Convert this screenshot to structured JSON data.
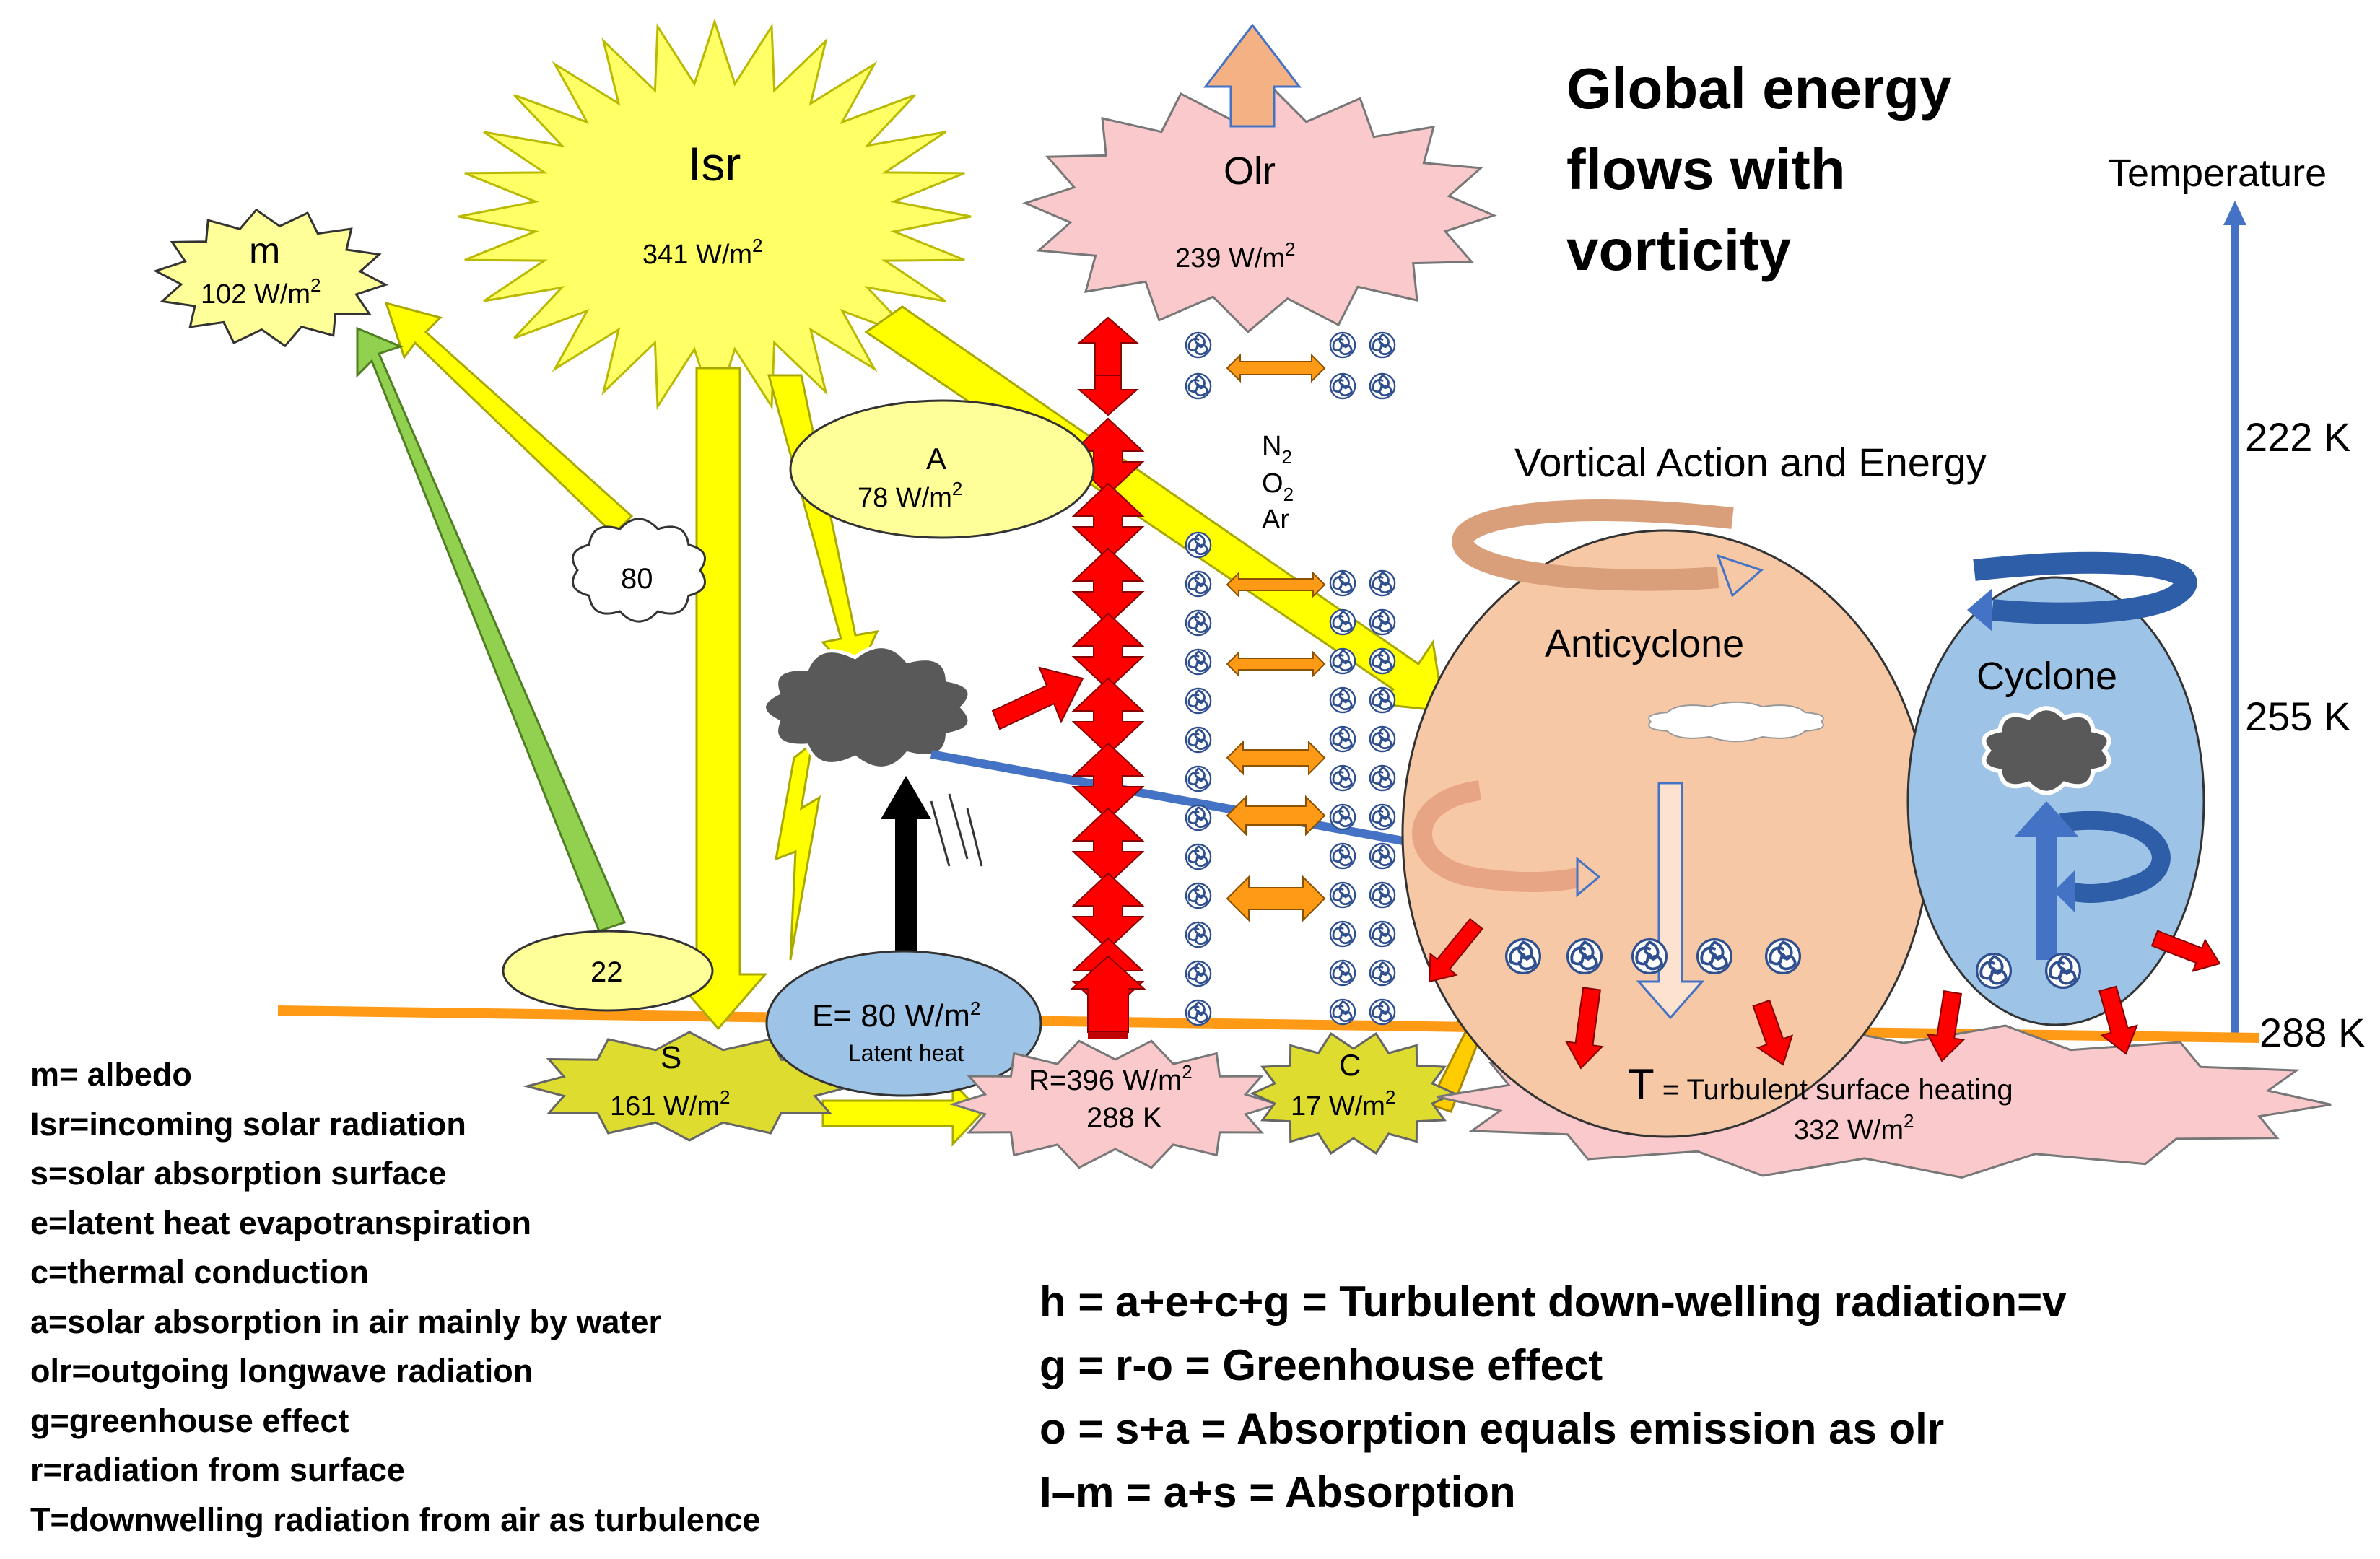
{
  "title": {
    "line1": "Global energy",
    "line2": "flows with",
    "line3": "vorticity"
  },
  "sun": {
    "label": "Isr",
    "value": "341 W/m",
    "sup": "2"
  },
  "albedo_box": {
    "label": "m",
    "value": "102 W/m",
    "sup": "2"
  },
  "olr_box": {
    "label": "Olr",
    "value": "239 W/m",
    "sup": "2"
  },
  "atm_absorption": {
    "label": "A",
    "value": "78 W/m",
    "sup": "2"
  },
  "cloud_reflect": {
    "value": "80"
  },
  "surface_reflect": {
    "value": "22"
  },
  "evaporation": {
    "value": "E= 80 W/m",
    "sup": "2",
    "sub": "Latent heat"
  },
  "surface_box": {
    "label": "S",
    "value": "161 W/m",
    "sup": "2"
  },
  "radiation_box": {
    "line1": "R=396 W/m",
    "sup": "2",
    "line2": "288 K"
  },
  "conduction_box": {
    "label": "C",
    "value": "17 W/m",
    "sup": "2"
  },
  "turbulent_box": {
    "big": "T",
    "line1": " = Turbulent surface heating",
    "line2": "332 W/m",
    "sup": "2"
  },
  "gases": {
    "n2": "N",
    "n2_sub": "2",
    "o2": "O",
    "o2_sub": "2",
    "ar": "Ar"
  },
  "vortical_label": "Vortical Action and Energy",
  "anticyclone_label": "Anticyclone",
  "cyclone_label": "Cyclone",
  "temperature": {
    "title": "Temperature",
    "t1": "222 K",
    "t2": "255 K",
    "t3": "288 K"
  },
  "legend": [
    "m= albedo",
    "Isr=incoming solar radiation",
    "s=solar absorption surface",
    "e=latent heat evapotranspiration",
    "c=thermal conduction",
    "a=solar absorption in air mainly by water",
    "olr=outgoing longwave radiation",
    "g=greenhouse effect",
    "r=radiation from surface",
    "T=downwelling radiation from air as turbulence"
  ],
  "equations": [
    "h = a+e+c+g  = Turbulent down-welling radiation=v",
    "g = r-o = Greenhouse effect",
    "o = s+a = Absorption equals emission as olr",
    "I–m = a+s  = Absorption"
  ],
  "colors": {
    "sun_yellow": "#ffff66",
    "yellow_arrow": "#ffff00",
    "pale_yellow": "#ffff99",
    "pink": "#f9c9cc",
    "peach": "#f7c8a5",
    "light_blue": "#9dc3e6",
    "blue": "#4472c4",
    "red": "#ff0000",
    "orange": "#ff9a16",
    "green": "#92d050",
    "grey_cloud": "#595959",
    "olive_yellow": "#dedc2e"
  }
}
